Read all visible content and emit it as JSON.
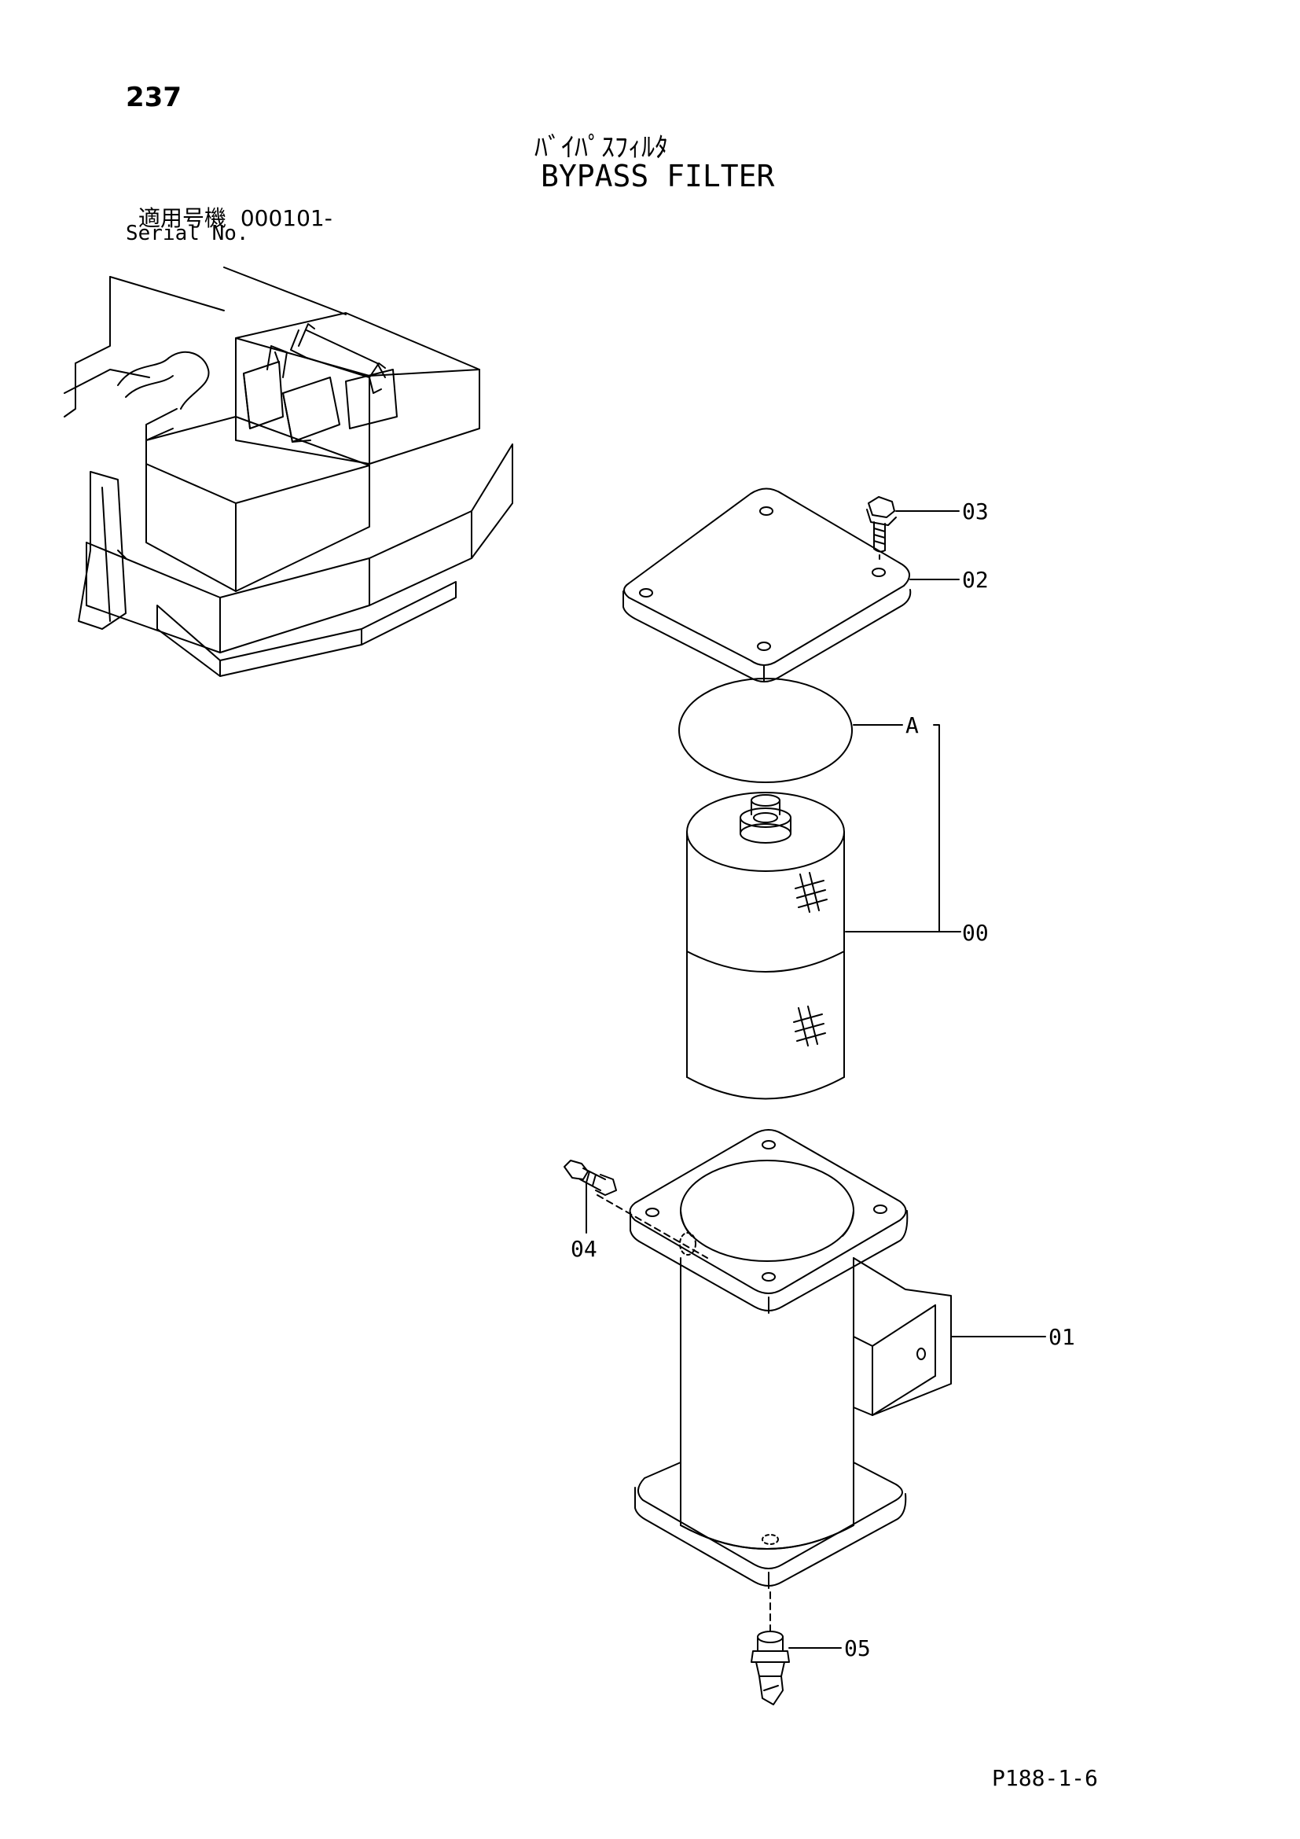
{
  "page": {
    "number": "237",
    "title_jp": "ﾊﾞｲﾊﾟｽﾌｨﾙﾀ",
    "title_en": "BYPASS FILTER",
    "serial_label_jp": "適用号機",
    "serial_value": "000101-",
    "serial_label_en": "Serial No.",
    "footer_code": "P188-1-6"
  },
  "callouts": {
    "c03": "03",
    "c02": "02",
    "cA": "A",
    "c00": "00",
    "c04": "04",
    "c01": "01",
    "c05": "05"
  },
  "colors": {
    "line": "#000000",
    "paper": "#ffffff"
  }
}
